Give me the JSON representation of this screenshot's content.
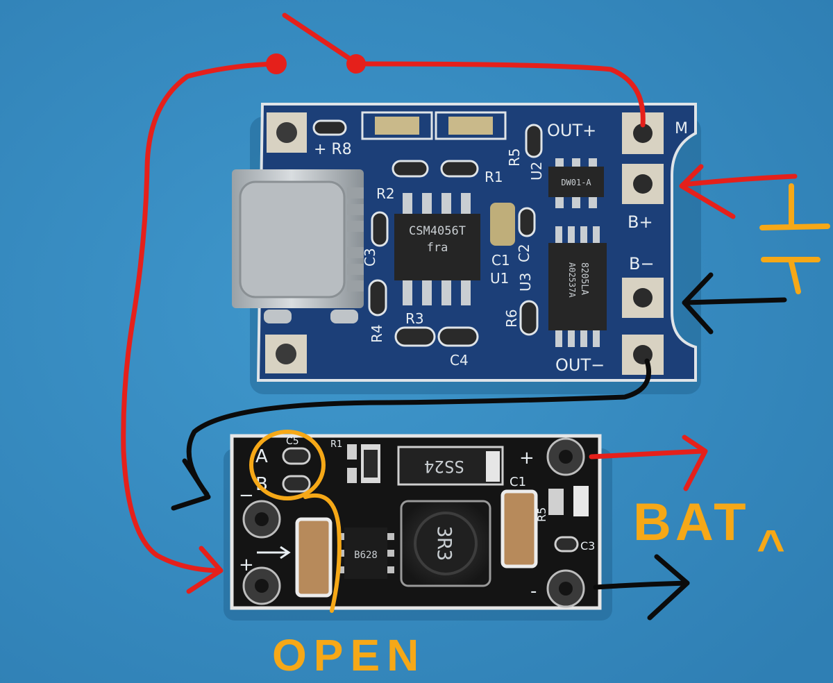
{
  "colors": {
    "mat_blue": "#3a8fc4",
    "charger_pcb": "#1c3f78",
    "boost_pcb": "#141414",
    "wire_red": "#e5201b",
    "wire_black": "#0b0b0b",
    "note_orange": "#f6a817"
  },
  "charger_board": {
    "labels": {
      "r8": "+ R8",
      "out_plus": "OUT+",
      "m": "M",
      "r5": "R5",
      "r1": "R1",
      "r2": "R2",
      "u2": "U2",
      "u2_chip": "DW01-A",
      "b_plus": "B+",
      "b_minus": "B−",
      "c3": "C3",
      "c1": "C1",
      "c2": "C2",
      "u1": "U1",
      "u3": "U3",
      "r6": "R6",
      "r4": "R4",
      "r3": "R3",
      "c4": "C4",
      "out_minus": "OUT−",
      "ic_line1": "CSM4056T",
      "ic_line2": "fra",
      "u3_chip_line1": "8205LA",
      "u3_chip_line2": "A02537A"
    }
  },
  "boost_board": {
    "labels": {
      "a": "A",
      "b": "B",
      "c5": "C5",
      "r1": "R1",
      "diode": "SS24",
      "plus_out": "+",
      "minus_in": "−",
      "plus_in": "+",
      "minus_out": "-",
      "c1": "C1",
      "r5": "R5",
      "c3": "C3",
      "inductor": "3R3",
      "ic": "B628"
    }
  },
  "annotations": {
    "battery_left": "⊣",
    "battery_mark_t": "T",
    "bat": "BAT",
    "bat_caret": "^",
    "open": "OPEN"
  }
}
